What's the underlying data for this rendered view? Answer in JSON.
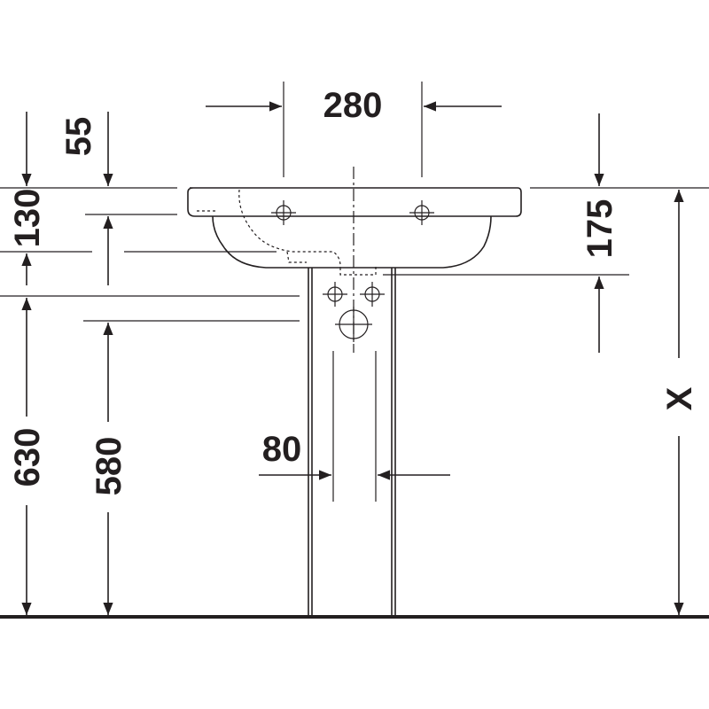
{
  "dimensions": {
    "tap_hole_spacing": "280",
    "rim_to_tap_center": "55",
    "rim_depth": "130",
    "bowl_depth": "175",
    "installation_height": "X",
    "floor_to_bowl_bottom": "630",
    "floor_to_pedestal_top": "580",
    "pedestal_width": "80"
  },
  "colors": {
    "ink": "#231f20",
    "background": "#ffffff"
  }
}
